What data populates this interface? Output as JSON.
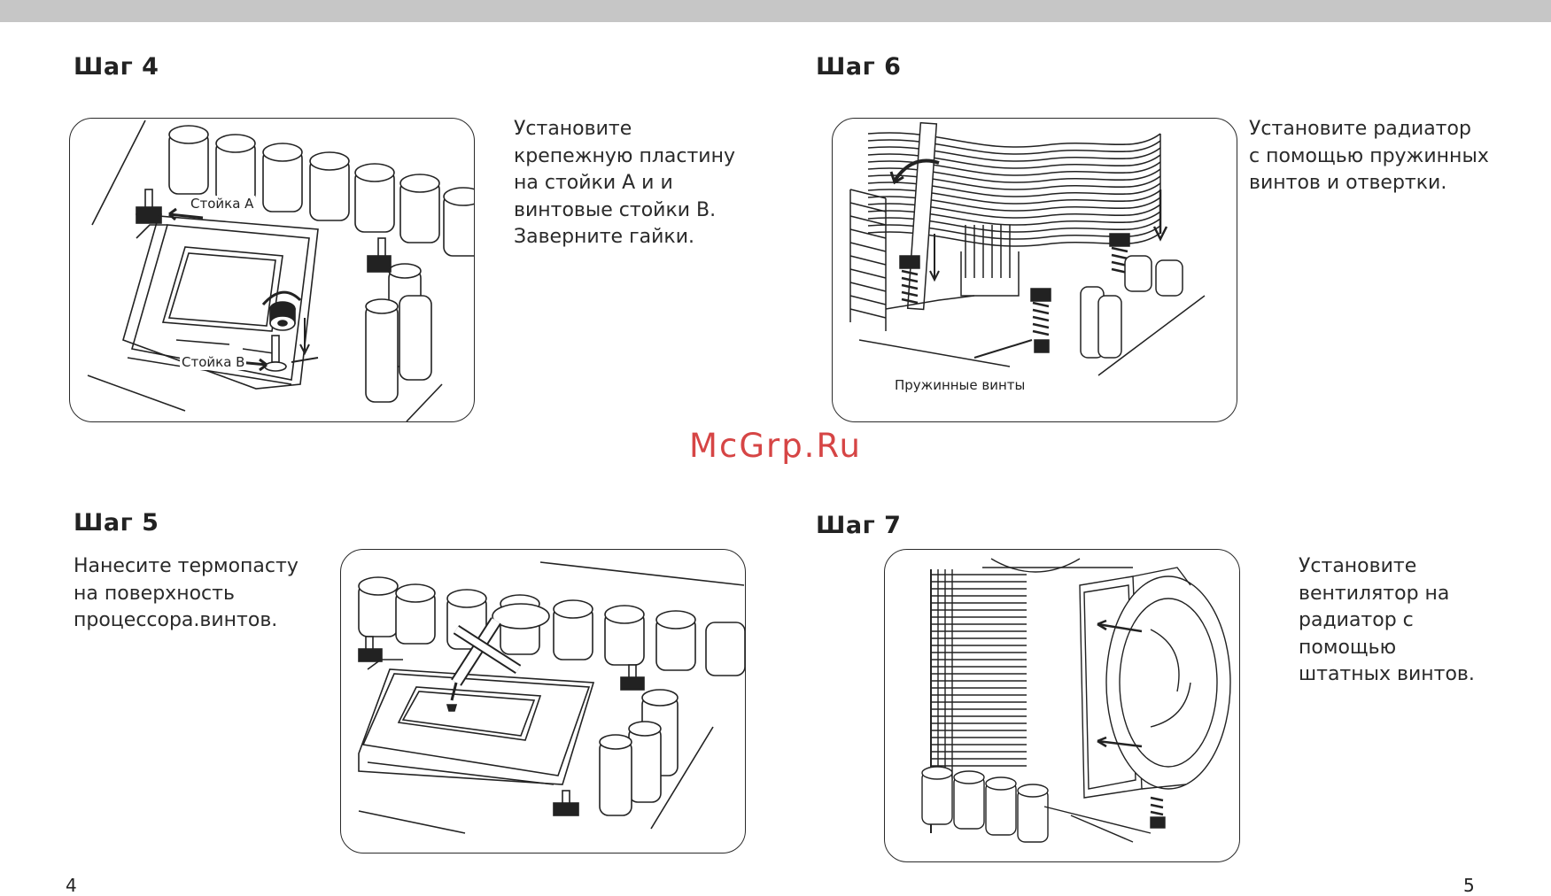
{
  "watermark": "McGrp.Ru",
  "pages": {
    "left_number": "4",
    "right_number": "5"
  },
  "steps": {
    "step4": {
      "title": "Шаг 4",
      "lines": [
        "Установите",
        "крепежную пластину",
        "на стойки А и и",
        "винтовые стойки В.",
        "Заверните гайки."
      ],
      "labels": {
        "a": "Стойка A",
        "b": "Стойка B"
      }
    },
    "step5": {
      "title": "Шаг 5",
      "lines": [
        "Нанесите термопасту",
        "на поверхность",
        "процессора.винтов."
      ]
    },
    "step6": {
      "title": "Шаг 6",
      "lines": [
        "Установите радиатор",
        "с помощью пружинных",
        "винтов  и отвертки."
      ],
      "labels": {
        "screws": "Пружинные винты"
      }
    },
    "step7": {
      "title": "Шаг 7",
      "lines": [
        "Установите",
        "вентилятор на",
        "радиатор с",
        "помощью",
        "штатных винтов."
      ]
    }
  }
}
